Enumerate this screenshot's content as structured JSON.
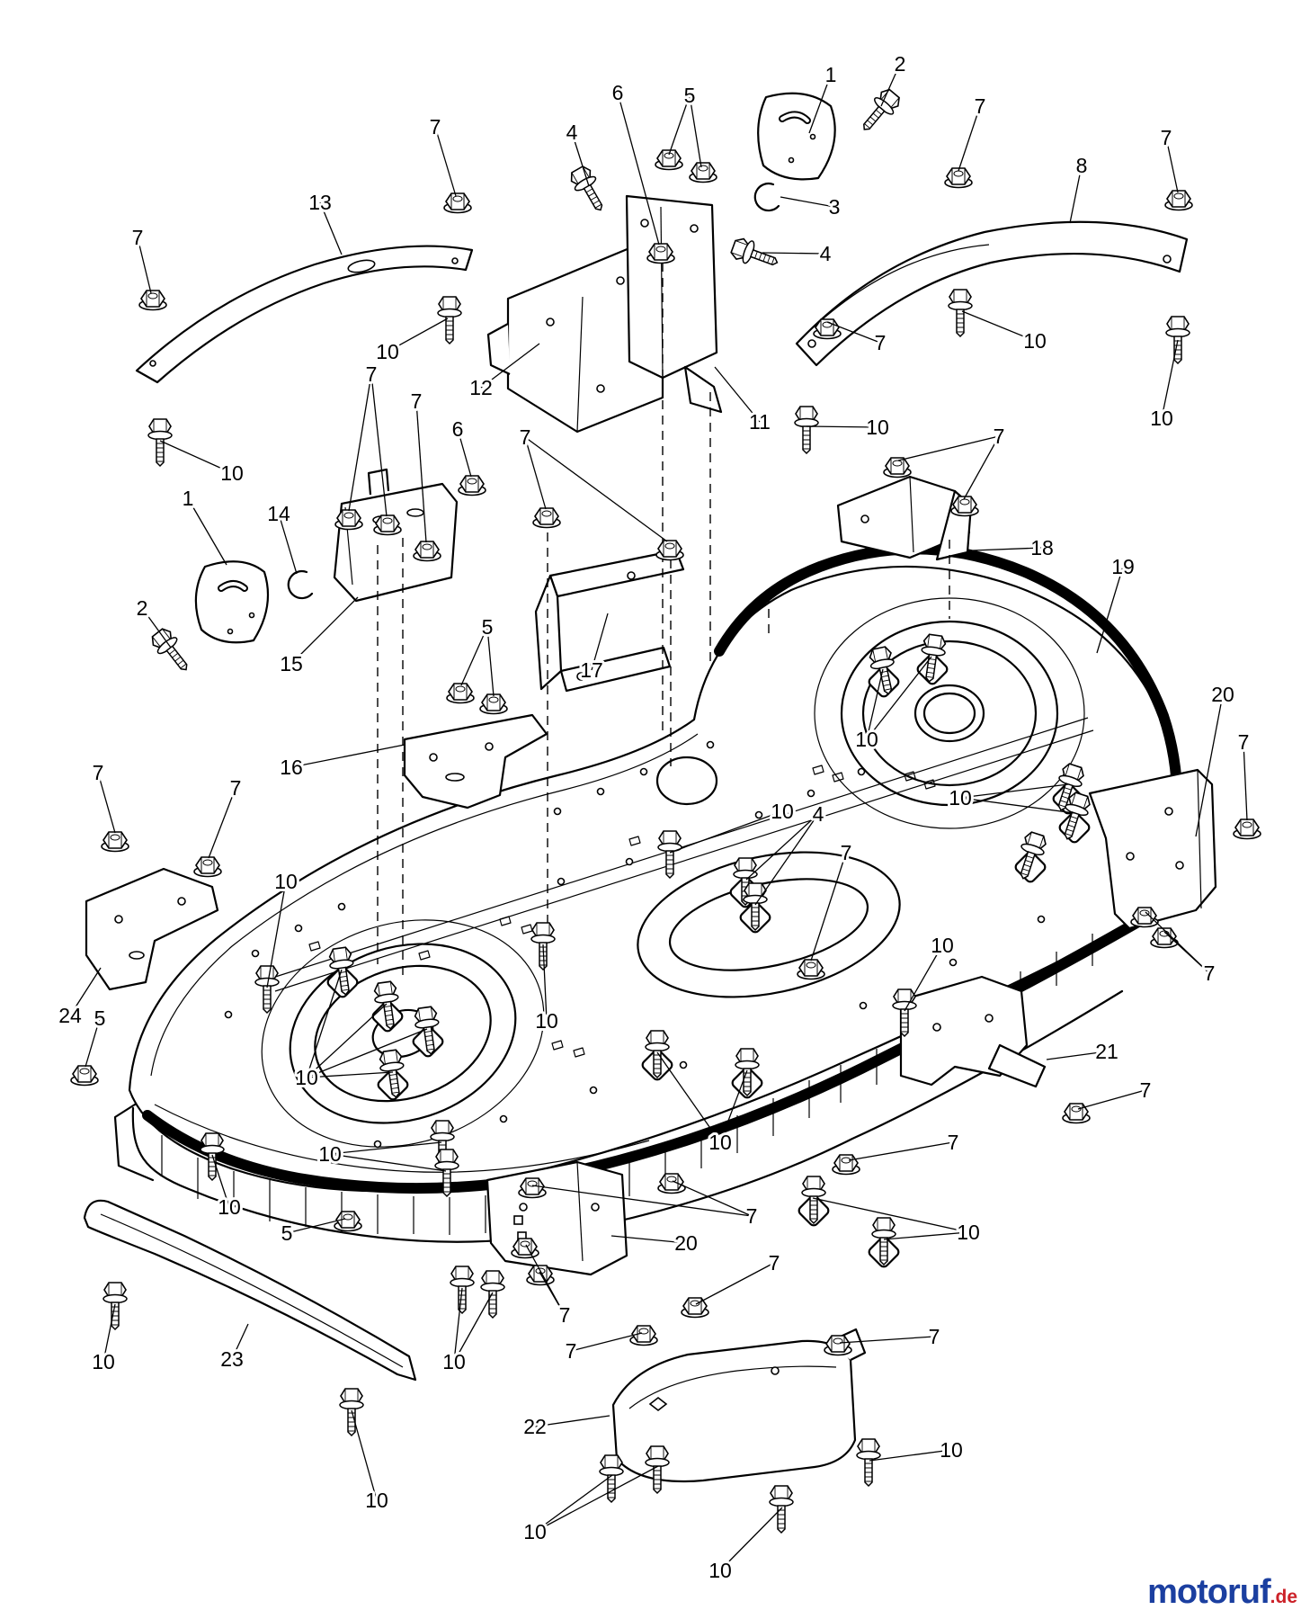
{
  "logo": {
    "name": "motoruf",
    "tld": ".de",
    "name_color": "#1b3fa0",
    "tld_color": "#cc2229"
  },
  "diagram": {
    "line_color": "#000000",
    "background": "#ffffff",
    "callouts": [
      [
        "1",
        924,
        83
      ],
      [
        "2",
        1001,
        71
      ],
      [
        "6",
        687,
        103
      ],
      [
        "5",
        767,
        106
      ],
      [
        "7",
        1090,
        118
      ],
      [
        "4",
        636,
        147
      ],
      [
        "7",
        484,
        141
      ],
      [
        "8",
        1203,
        184
      ],
      [
        "7",
        1297,
        153
      ],
      [
        "13",
        356,
        225
      ],
      [
        "3",
        928,
        230
      ],
      [
        "7",
        153,
        264
      ],
      [
        "4",
        918,
        282
      ],
      [
        "10",
        1151,
        379
      ],
      [
        "7",
        979,
        381
      ],
      [
        "10",
        431,
        391
      ],
      [
        "7",
        413,
        416
      ],
      [
        "12",
        535,
        431
      ],
      [
        "7",
        463,
        446
      ],
      [
        "11",
        845,
        469
      ],
      [
        "10",
        1292,
        465
      ],
      [
        "10",
        976,
        475
      ],
      [
        "6",
        509,
        477
      ],
      [
        "7",
        584,
        486
      ],
      [
        "7",
        1111,
        485
      ],
      [
        "10",
        258,
        526
      ],
      [
        "1",
        209,
        554
      ],
      [
        "14",
        310,
        571
      ],
      [
        "18",
        1159,
        609
      ],
      [
        "19",
        1249,
        630
      ],
      [
        "2",
        158,
        676
      ],
      [
        "5",
        542,
        697
      ],
      [
        "15",
        324,
        738
      ],
      [
        "17",
        658,
        745
      ],
      [
        "20",
        1360,
        772
      ],
      [
        "10",
        964,
        822
      ],
      [
        "7",
        1383,
        825
      ],
      [
        "16",
        324,
        853
      ],
      [
        "7",
        109,
        859
      ],
      [
        "7",
        262,
        876
      ],
      [
        "10",
        1068,
        887
      ],
      [
        "10",
        870,
        902
      ],
      [
        "4",
        910,
        905
      ],
      [
        "7",
        941,
        948
      ],
      [
        "10",
        318,
        980
      ],
      [
        "10",
        1048,
        1051
      ],
      [
        "7",
        1345,
        1082
      ],
      [
        "24",
        78,
        1129
      ],
      [
        "5",
        111,
        1132
      ],
      [
        "10",
        608,
        1135
      ],
      [
        "21",
        1231,
        1169
      ],
      [
        "10",
        341,
        1198
      ],
      [
        "7",
        1274,
        1212
      ],
      [
        "10",
        801,
        1270
      ],
      [
        "7",
        1060,
        1270
      ],
      [
        "10",
        367,
        1283
      ],
      [
        "10",
        255,
        1342
      ],
      [
        "10",
        1077,
        1370
      ],
      [
        "5",
        319,
        1371
      ],
      [
        "20",
        763,
        1382
      ],
      [
        "7",
        836,
        1352
      ],
      [
        "23",
        258,
        1511
      ],
      [
        "10",
        115,
        1514
      ],
      [
        "7",
        628,
        1462
      ],
      [
        "7",
        861,
        1404
      ],
      [
        "10",
        505,
        1514
      ],
      [
        "7",
        635,
        1502
      ],
      [
        "7",
        1039,
        1486
      ],
      [
        "22",
        595,
        1586
      ],
      [
        "10",
        1058,
        1612
      ],
      [
        "10",
        419,
        1668
      ],
      [
        "10",
        595,
        1703
      ],
      [
        "10",
        801,
        1746
      ]
    ],
    "leaders": [
      [
        924,
        83,
        900,
        148
      ],
      [
        1001,
        71,
        980,
        118
      ],
      [
        687,
        103,
        733,
        272
      ],
      [
        767,
        106,
        744,
        172
      ],
      [
        767,
        106,
        780,
        186
      ],
      [
        1090,
        118,
        1066,
        190
      ],
      [
        636,
        147,
        655,
        207
      ],
      [
        484,
        141,
        507,
        218
      ],
      [
        1203,
        184,
        1190,
        248
      ],
      [
        1297,
        153,
        1310,
        214
      ],
      [
        356,
        225,
        380,
        283
      ],
      [
        928,
        230,
        868,
        219
      ],
      [
        153,
        264,
        168,
        326
      ],
      [
        918,
        282,
        848,
        281
      ],
      [
        1151,
        379,
        1070,
        346
      ],
      [
        979,
        381,
        920,
        358
      ],
      [
        431,
        391,
        498,
        354
      ],
      [
        413,
        416,
        388,
        568
      ],
      [
        413,
        416,
        430,
        574
      ],
      [
        535,
        431,
        600,
        382
      ],
      [
        463,
        446,
        474,
        603
      ],
      [
        845,
        469,
        795,
        408
      ],
      [
        1292,
        465,
        1310,
        378
      ],
      [
        976,
        475,
        897,
        474
      ],
      [
        509,
        477,
        524,
        530
      ],
      [
        584,
        486,
        607,
        566
      ],
      [
        584,
        486,
        742,
        602
      ],
      [
        1111,
        485,
        999,
        512
      ],
      [
        1111,
        485,
        1072,
        555
      ],
      [
        258,
        526,
        178,
        490
      ],
      [
        209,
        554,
        252,
        628
      ],
      [
        310,
        571,
        330,
        638
      ],
      [
        1159,
        609,
        1082,
        612
      ],
      [
        1249,
        630,
        1220,
        726
      ],
      [
        158,
        676,
        190,
        720
      ],
      [
        542,
        697,
        513,
        762
      ],
      [
        542,
        697,
        549,
        774
      ],
      [
        324,
        738,
        398,
        664
      ],
      [
        658,
        745,
        676,
        682
      ],
      [
        1360,
        772,
        1330,
        930
      ],
      [
        964,
        822,
        982,
        744
      ],
      [
        964,
        822,
        1036,
        730
      ],
      [
        1383,
        825,
        1387,
        912
      ],
      [
        324,
        853,
        450,
        828
      ],
      [
        109,
        859,
        128,
        926
      ],
      [
        262,
        876,
        232,
        954
      ],
      [
        1068,
        887,
        1188,
        872
      ],
      [
        1068,
        887,
        1195,
        904
      ],
      [
        870,
        902,
        745,
        948
      ],
      [
        910,
        905,
        830,
        978
      ],
      [
        910,
        905,
        840,
        1006
      ],
      [
        941,
        948,
        902,
        1068
      ],
      [
        318,
        980,
        297,
        1098
      ],
      [
        1048,
        1051,
        1006,
        1124
      ],
      [
        1345,
        1082,
        1274,
        1014
      ],
      [
        1345,
        1082,
        1295,
        1036
      ],
      [
        78,
        1129,
        112,
        1076
      ],
      [
        111,
        1132,
        95,
        1186
      ],
      [
        608,
        1135,
        604,
        1050
      ],
      [
        1231,
        1169,
        1164,
        1178
      ],
      [
        341,
        1198,
        380,
        1078
      ],
      [
        341,
        1198,
        430,
        1116
      ],
      [
        341,
        1198,
        475,
        1144
      ],
      [
        341,
        1198,
        437,
        1192
      ],
      [
        1274,
        1212,
        1199,
        1233
      ],
      [
        801,
        1270,
        731,
        1170
      ],
      [
        801,
        1270,
        831,
        1190
      ],
      [
        1060,
        1270,
        944,
        1290
      ],
      [
        367,
        1283,
        491,
        1270
      ],
      [
        367,
        1283,
        496,
        1302
      ],
      [
        255,
        1342,
        236,
        1284
      ],
      [
        1077,
        1370,
        904,
        1332
      ],
      [
        1077,
        1370,
        983,
        1378
      ],
      [
        319,
        1371,
        384,
        1355
      ],
      [
        763,
        1382,
        680,
        1374
      ],
      [
        836,
        1352,
        748,
        1313
      ],
      [
        836,
        1352,
        592,
        1318
      ],
      [
        258,
        1511,
        276,
        1472
      ],
      [
        115,
        1514,
        128,
        1450
      ],
      [
        628,
        1462,
        585,
        1384
      ],
      [
        628,
        1462,
        600,
        1414
      ],
      [
        861,
        1404,
        774,
        1450
      ],
      [
        505,
        1514,
        514,
        1432
      ],
      [
        505,
        1514,
        548,
        1437
      ],
      [
        635,
        1502,
        714,
        1482
      ],
      [
        1039,
        1486,
        934,
        1493
      ],
      [
        595,
        1586,
        678,
        1574
      ],
      [
        1058,
        1612,
        967,
        1624
      ],
      [
        419,
        1668,
        391,
        1568
      ],
      [
        595,
        1703,
        681,
        1640
      ],
      [
        595,
        1703,
        732,
        1630
      ],
      [
        801,
        1746,
        870,
        1676
      ]
    ],
    "fasteners": [
      [
        "nut",
        1066,
        196,
        0
      ],
      [
        "nut",
        1311,
        221,
        0
      ],
      [
        "nut",
        509,
        224,
        0
      ],
      [
        "nut",
        170,
        332,
        0
      ],
      [
        "nut",
        744,
        176,
        0
      ],
      [
        "nut",
        782,
        190,
        0
      ],
      [
        "nut",
        735,
        280,
        0
      ],
      [
        "nut",
        920,
        364,
        0
      ],
      [
        "nut",
        388,
        576,
        0
      ],
      [
        "nut",
        431,
        582,
        0
      ],
      [
        "nut",
        475,
        611,
        0
      ],
      [
        "nut",
        525,
        538,
        0
      ],
      [
        "nut",
        608,
        574,
        0
      ],
      [
        "nut",
        745,
        610,
        0
      ],
      [
        "nut",
        998,
        518,
        0
      ],
      [
        "nut",
        1073,
        561,
        0
      ],
      [
        "nut",
        512,
        769,
        0
      ],
      [
        "nut",
        549,
        781,
        0
      ],
      [
        "nut",
        128,
        934,
        0
      ],
      [
        "nut",
        231,
        962,
        0
      ],
      [
        "nut",
        1387,
        920,
        0
      ],
      [
        "nut",
        902,
        1076,
        0
      ],
      [
        "nut",
        1273,
        1018,
        0
      ],
      [
        "nut",
        1295,
        1041,
        0
      ],
      [
        "nut",
        94,
        1194,
        0
      ],
      [
        "nut",
        1197,
        1236,
        0
      ],
      [
        "nut",
        387,
        1356,
        0
      ],
      [
        "nut",
        747,
        1314,
        0
      ],
      [
        "nut",
        592,
        1319,
        0
      ],
      [
        "nut",
        941,
        1293,
        0
      ],
      [
        "nut",
        584,
        1386,
        0
      ],
      [
        "nut",
        601,
        1416,
        0
      ],
      [
        "nut",
        773,
        1452,
        0
      ],
      [
        "nut",
        716,
        1483,
        0
      ],
      [
        "nut",
        932,
        1494,
        0
      ],
      [
        "bolt",
        978,
        124,
        40
      ],
      [
        "bolt",
        655,
        211,
        -30
      ],
      [
        "bolt",
        840,
        283,
        -70
      ],
      [
        "bolt",
        1068,
        348,
        0
      ],
      [
        "bolt",
        1310,
        378,
        0
      ],
      [
        "bolt",
        500,
        356,
        0
      ],
      [
        "bolt",
        178,
        492,
        0
      ],
      [
        "bolt",
        191,
        724,
        -38
      ],
      [
        "bolt",
        897,
        478,
        0
      ],
      [
        "bolt",
        983,
        746,
        -12
      ],
      [
        "bolt",
        1037,
        732,
        8
      ],
      [
        "bolt",
        1188,
        876,
        18
      ],
      [
        "bolt",
        1195,
        908,
        18
      ],
      [
        "bolt",
        1146,
        952,
        18
      ],
      [
        "bolt",
        745,
        950,
        0
      ],
      [
        "bolt",
        829,
        980,
        0
      ],
      [
        "bolt",
        840,
        1008,
        0
      ],
      [
        "bolt",
        297,
        1100,
        0
      ],
      [
        "bolt",
        604,
        1052,
        0
      ],
      [
        "bolt",
        381,
        1080,
        -8
      ],
      [
        "bolt",
        431,
        1118,
        -8
      ],
      [
        "bolt",
        476,
        1146,
        -8
      ],
      [
        "bolt",
        437,
        1194,
        -8
      ],
      [
        "bolt",
        1006,
        1126,
        0
      ],
      [
        "bolt",
        731,
        1172,
        0
      ],
      [
        "bolt",
        831,
        1192,
        0
      ],
      [
        "bolt",
        492,
        1272,
        0
      ],
      [
        "bolt",
        497,
        1304,
        0
      ],
      [
        "bolt",
        236,
        1286,
        0
      ],
      [
        "bolt",
        905,
        1334,
        0
      ],
      [
        "bolt",
        983,
        1380,
        0
      ],
      [
        "bolt",
        128,
        1452,
        0
      ],
      [
        "bolt",
        514,
        1434,
        0
      ],
      [
        "bolt",
        548,
        1439,
        0
      ],
      [
        "bolt",
        966,
        1626,
        0
      ],
      [
        "bolt",
        391,
        1570,
        0
      ],
      [
        "bolt",
        680,
        1644,
        0
      ],
      [
        "bolt",
        731,
        1634,
        0
      ],
      [
        "bolt",
        869,
        1678,
        0
      ]
    ]
  }
}
